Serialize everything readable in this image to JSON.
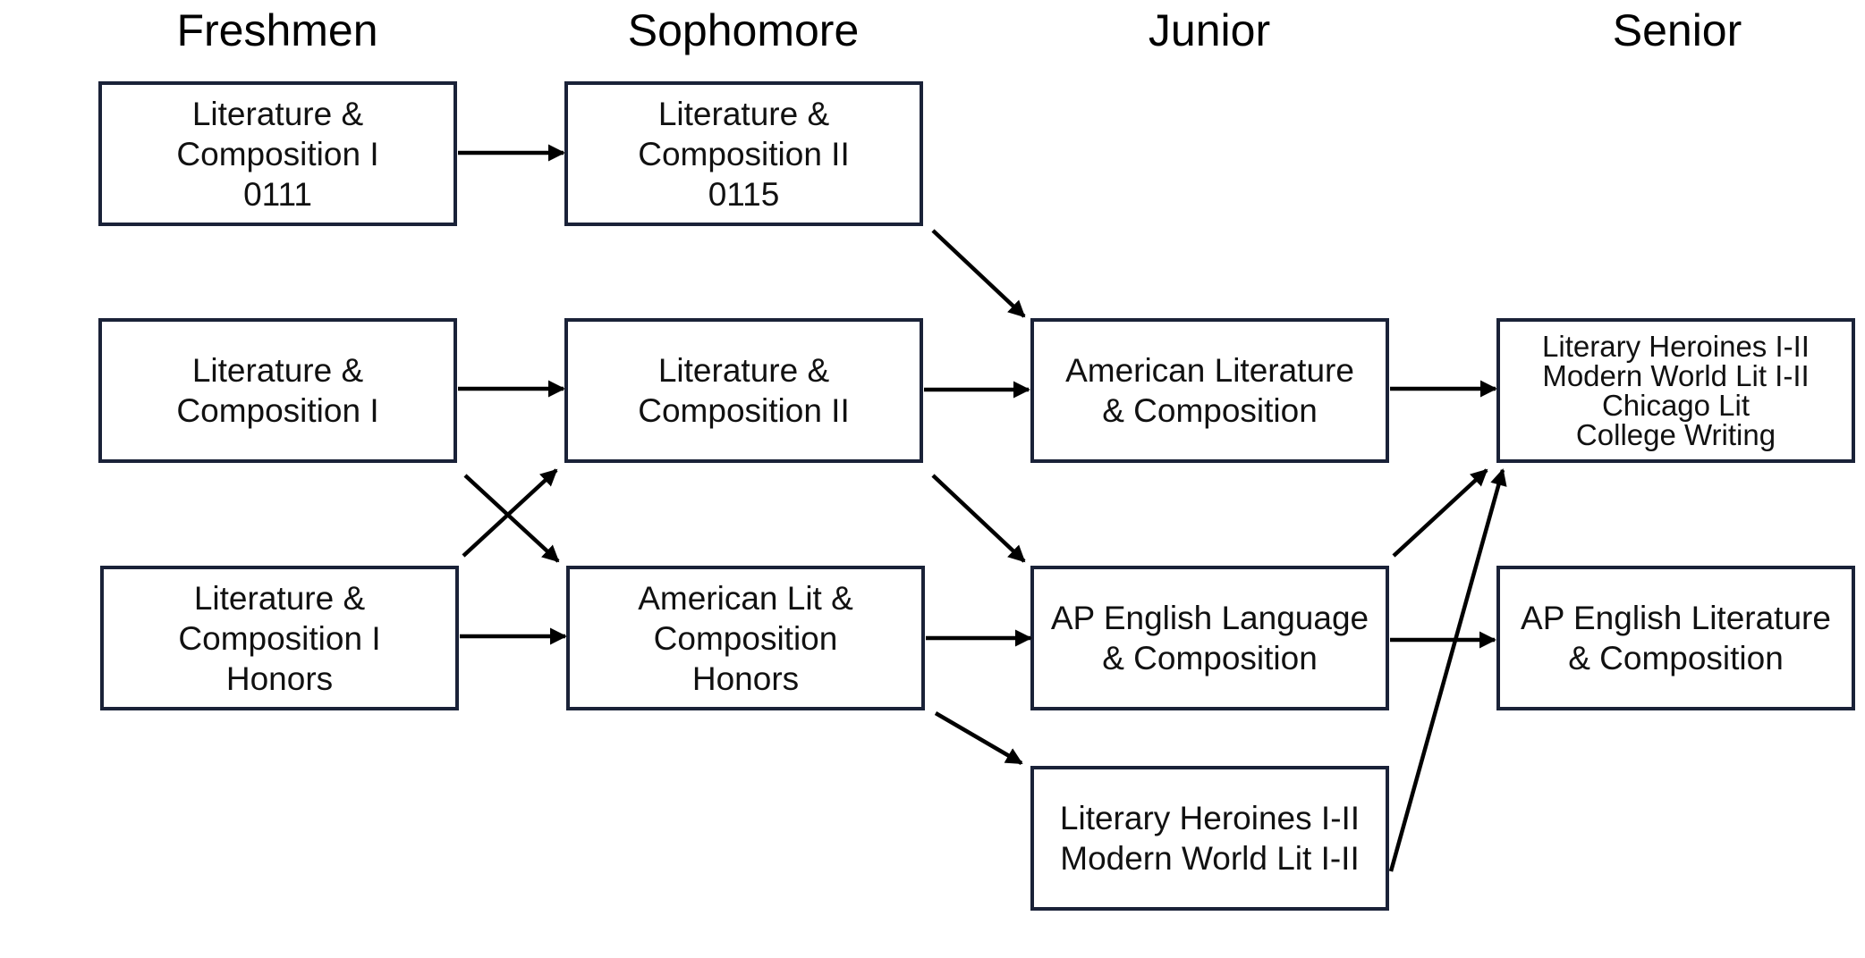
{
  "columns": {
    "freshmen": "Freshmen",
    "sophomore": "Sophomore",
    "junior": "Junior",
    "senior": "Senior"
  },
  "courses": {
    "f1": "Literature &\nComposition I\n0111",
    "f2": "Literature &\nComposition I",
    "f3": "Literature &\nComposition I\nHonors",
    "s1": "Literature &\nComposition II\n0115",
    "s2": "Literature &\nComposition II",
    "s3": "American Lit &\nComposition\nHonors",
    "j1": "American Literature\n& Composition",
    "j2": "AP English Language\n& Composition",
    "j3": "Literary Heroines I-II\nModern World Lit I-II",
    "sr1": "Literary Heroines I-II\nModern World Lit I-II\nChicago Lit\nCollege Writing",
    "sr2": "AP English Literature\n& Composition"
  },
  "connections": [
    {
      "from": "f1",
      "to": "s1"
    },
    {
      "from": "s1",
      "to": "j1"
    },
    {
      "from": "f2",
      "to": "s2"
    },
    {
      "from": "f2",
      "to": "s3"
    },
    {
      "from": "f3",
      "to": "s2"
    },
    {
      "from": "f3",
      "to": "s3"
    },
    {
      "from": "s2",
      "to": "j1"
    },
    {
      "from": "s2",
      "to": "j2"
    },
    {
      "from": "s3",
      "to": "j2"
    },
    {
      "from": "s3",
      "to": "j3"
    },
    {
      "from": "j1",
      "to": "sr1"
    },
    {
      "from": "j2",
      "to": "sr1"
    },
    {
      "from": "j2",
      "to": "sr2"
    },
    {
      "from": "j3",
      "to": "sr1"
    }
  ]
}
